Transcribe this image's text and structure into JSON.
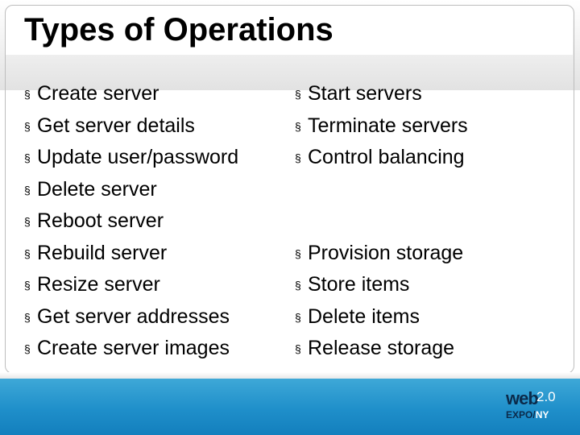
{
  "slide": {
    "title": "Types of Operations",
    "bullet_glyph": "§"
  },
  "left_column": {
    "items": [
      "Create server",
      "Get server details",
      "Update user/password",
      "Delete server",
      "Reboot server",
      "Rebuild server",
      "Resize server",
      "Get server addresses",
      "Create server images"
    ]
  },
  "right_column": {
    "group_1": [
      "Start servers",
      "Terminate servers",
      "Control balancing"
    ],
    "group_2": [
      "Provision storage",
      "Store items",
      "Delete items",
      "Release storage"
    ]
  },
  "footer": {
    "logo_web": "web",
    "logo_version": "2.0",
    "logo_expo": "EXPO/",
    "logo_ny": "NY",
    "colors": {
      "band": "#1f8fca",
      "logo_dark": "#0b2a4a"
    }
  }
}
